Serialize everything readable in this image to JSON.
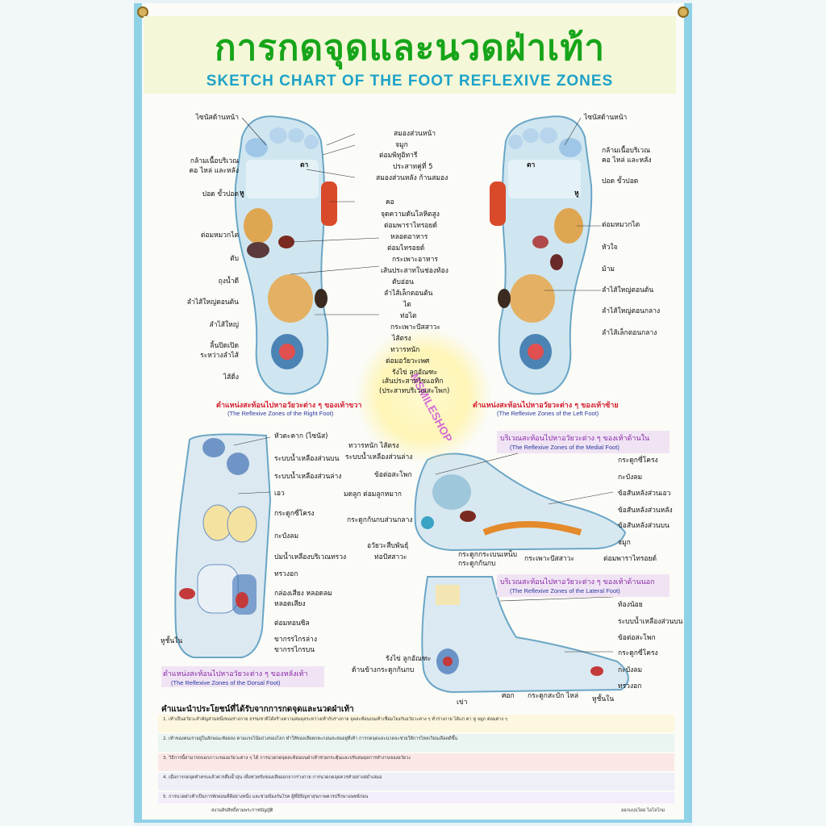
{
  "title": {
    "thai": "การกดจุดและนวดฝ่าเท้า",
    "english": "SKETCH CHART OF THE FOOT REFLEXIVE ZONES"
  },
  "plantar_labels_left": [
    "ไซนัสด้านหน้า",
    "กล้ามเนื้อบริเวณ",
    "คอ ไหล่ และหลัง",
    "ปอด ขั้วปอด",
    "ต่อมหมวกไต",
    "ตับ",
    "ถุงน้ำดี",
    "ลำไส้ใหญ่ตอนต้น",
    "ลำไส้ใหญ่",
    "ลิ้นปิดเปิด",
    "ระหว่างลำไส้",
    "ไส้ติ่ง"
  ],
  "plantar_labels_center": [
    "สมองส่วนหน้า",
    "จมูก",
    "ต่อมพิทูอิทารี",
    "ประสาทคู่ที่ 5",
    "สมองส่วนหลัง ก้านสมอง",
    "คอ",
    "จุดความดันโลหิตสูง",
    "ต่อมพาราไทรอยด์",
    "หลอดอาหาร",
    "ต่อมไทรอยด์",
    "กระเพาะอาหาร",
    "เส้นประสาทในช่องท้อง",
    "ตับอ่อน",
    "ลำไส้เล็กตอนต้น",
    "ไต",
    "ท่อไต",
    "กระเพาะปัสสาวะ",
    "ไส้ตรง",
    "ทวารหนัก",
    "ต่อมอวัยวะเพศ",
    "รังไข่ ลูกอัณฑะ",
    "เส้นประสาทไซแอทิก",
    "(ประสาทบริเวณสะโพก)"
  ],
  "plantar_labels_right": [
    "ไซนัสด้านหน้า",
    "กล้ามเนื้อบริเวณ",
    "คอ ไหล่ และหลัง",
    "ปอด ขั้วปอด",
    "ต่อมหมวกไต",
    "หัวใจ",
    "ม้าม",
    "ลำไส้ใหญ่ตอนต้น",
    "ลำไส้ใหญ่ตอนกลาง",
    "ลำไส้เล็กตอนกลาง"
  ],
  "foot_eye_label": "ตา",
  "foot_ear_label": "หู",
  "right_foot_caption": {
    "thai": "ตำแหน่งสะท้อนไปหาอวัยวะต่าง ๆ ของเท้าขวา",
    "english": "(The Reflexive Zones of the Right Foot)"
  },
  "left_foot_caption": {
    "thai": "ตำแหน่งสะท้อนไปหาอวัยวะต่าง ๆ ของเท้าซ้าย",
    "english": "(The Reflexive Zones of the Left Foot)"
  },
  "dorsal_labels": [
    "หัวตะคาก (ไซนัส)",
    "ระบบน้ำเหลืองส่วนบน",
    "ระบบน้ำเหลืองส่วนล่าง",
    "เอว",
    "กระดูกซี่โครง",
    "กะบังลม",
    "ปมน้ำเหลืองบริเวณทรวง",
    "ทรวงอก",
    "กล่องเสียง หลอดลม",
    "หลอดเสียง",
    "ต่อมทอนซิล",
    "ขากรรไกรล่าง",
    "ขากรรไกรบน",
    "หูชั้นใน"
  ],
  "dorsal_caption": {
    "thai": "ตำแหน่งสะท้อนไปหาอวัยวะต่าง ๆ ของหลังเท้า",
    "english": "(The Reflexive Zones of the Dorsal Foot)"
  },
  "medial_caption": {
    "thai": "บริเวณสะท้อนไปหาอวัยวะต่าง ๆ ของเท้าด้านใน",
    "english": "(The Reflexive Zones of the Medial Foot)"
  },
  "medial_labels": [
    "ทวารหนัก ไส้ตรง",
    "ระบบน้ำเหลืองส่วนล่าง",
    "ข้อต่อสะโพก",
    "มดลูก ต่อมลูกหมาก",
    "กระดูกก้นกบส่วนกลาง",
    "อวัยวะสืบพันธุ์",
    "ท่อปัสสาวะ",
    "กระดูกกระเบนเหน็บ",
    "กระดูกก้นกบ",
    "กระเพาะปัสสาวะ",
    "ต่อมพาราไทรอยด์",
    "จมูก",
    "ข้อสันหลังส่วนบน",
    "ข้อสันหลังส่วนหลัง",
    "ข้อสันหลังส่วนเอว",
    "กะบังลม",
    "กระดูกซี่โครง"
  ],
  "lateral_caption": {
    "thai": "บริเวณสะท้อนไปหาอวัยวะต่าง ๆ ของเท้าด้านนอก",
    "english": "(The Reflexive Zones of the Lateral Foot)"
  },
  "lateral_labels": [
    "ท้องน้อย",
    "ระบบน้ำเหลืองส่วนบน",
    "ข้อต่อสะโพก",
    "กระดูกซี่โครง",
    "กะบังลม",
    "ทรวงอก",
    "รังไข่ ลูกอัณฑะ",
    "ด้านข้างกระดูกก้นกบ",
    "เข่า",
    "ศอก",
    "กระดูกสะบัก",
    "ไหล่",
    "หูชั้นใน"
  ],
  "notes_title": "คำแนะนำประโยชน์ที่ได้รับจากการกดจุดและนวดฝ่าเท้า",
  "notes": [
    "1. เท้าเป็นอวัยวะสำคัญส่วนหนึ่งของร่างกาย ธรรมชาติได้สร้างความสมดุลระหว่างเท้ากับร่างกาย จุดสะท้อนบนเท้าเชื่อมโยงกับอวัยวะต่าง ๆ ทั่วร่างกาย ได้แก่ ตา หู จมูก ต่อมต่าง ๆ",
    "2. เท้าของคนเราอยู่ในลักษณะห้อยลง ตามแรงโน้มถ่วงของโลก ทำให้ของเสียตกตะกอนสะสมอยู่ที่เท้า การกดจุดและนวดจะช่วยให้การไหลเวียนเลือดดีขึ้น",
    "3. วิธีการนี้สามารถบอกภาวะของอวัยวะต่าง ๆ ได้ การนวดกดจุดสะท้อนบนฝ่าเท้าช่วยกระตุ้นและปรับสมดุลการทำงานของอวัยวะ",
    "4. เมื่อการกดจุดทำครบแล้วควรดื่มน้ำอุ่น เพื่อช่วยขับของเสียออกจากร่างกาย การนวดกดจุดควรทำอย่างสม่ำเสมอ",
    "5. การนวดฝ่าเท้าเป็นการพักผ่อนที่ดีอย่างหนึ่ง และช่วยป้องกันโรค ผู้ที่มีปัญหาสุขภาพควรปรึกษาแพทย์ก่อน"
  ],
  "footer_left": "สงวนลิขสิทธิ์ตามพระราชบัญญัติ",
  "footer_right": "ออกแบบโดย ไอโลโกม",
  "watermark_text": "MSMILESHOP",
  "colors": {
    "title_green": "#17a51a",
    "title_blue": "#1ea2c9",
    "border_blue": "#8fd2e6",
    "caption_red": "#d32030",
    "caption_purple": "#8a2aa8"
  }
}
